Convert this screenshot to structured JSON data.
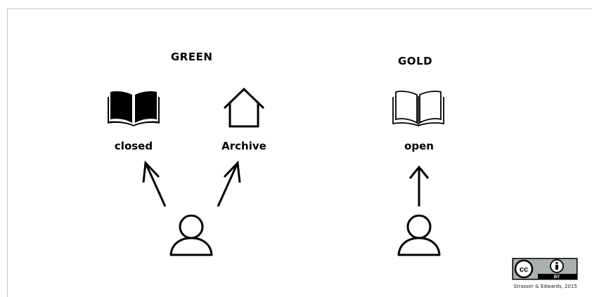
{
  "green": {
    "heading": "GREEN",
    "closed_label": "closed",
    "archive_label": "Archive",
    "book_icon": "closed-book-icon",
    "house_icon": "house-icon",
    "person_icon": "person-icon"
  },
  "gold": {
    "heading": "GOLD",
    "open_label": "open",
    "book_icon": "open-book-icon",
    "person_icon": "person-icon"
  },
  "license": {
    "badge_text": "BY",
    "icons": [
      "cc-icon",
      "attribution-icon"
    ],
    "credit": "Strasser & Edwards, 2015"
  },
  "colors": {
    "ink": "#000000",
    "frame": "#c8c8c8",
    "badge_gray": "#aab1ad"
  }
}
